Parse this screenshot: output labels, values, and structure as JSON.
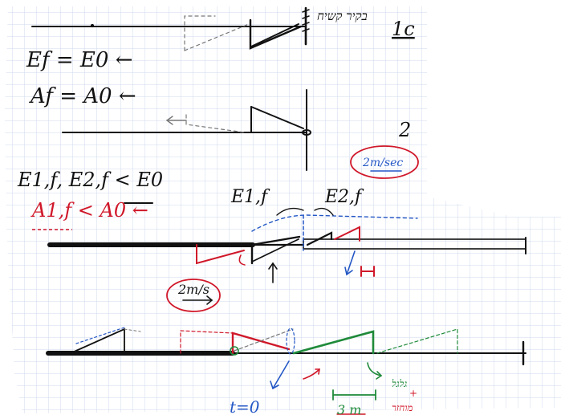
{
  "labels": {
    "problem_number": "1c",
    "hebrew_top": "בקיר קשיח",
    "ef_eq_e0": "Ef = E0 ←",
    "af_eq_a0": "Af = A0 ←",
    "problem_2": "2",
    "e_ineq": "E1,f, E2,f < E0",
    "a_ineq": "A1,f < A0 ←",
    "e1f": "E1,f",
    "e2f": "E2,f",
    "speed_right": "2m/sec",
    "speed_left": "2m/s",
    "t0": "t=0",
    "dist": "3 m",
    "hebrew_bottom_1": "גלגל",
    "hebrew_bottom_2": "+",
    "hebrew_bottom_3": "מוחזר"
  },
  "colors": {
    "ink": "#111111",
    "red": "#d0182a",
    "blue": "#2457c5",
    "green": "#1f8a3a",
    "grid": "#cfd8ec"
  }
}
